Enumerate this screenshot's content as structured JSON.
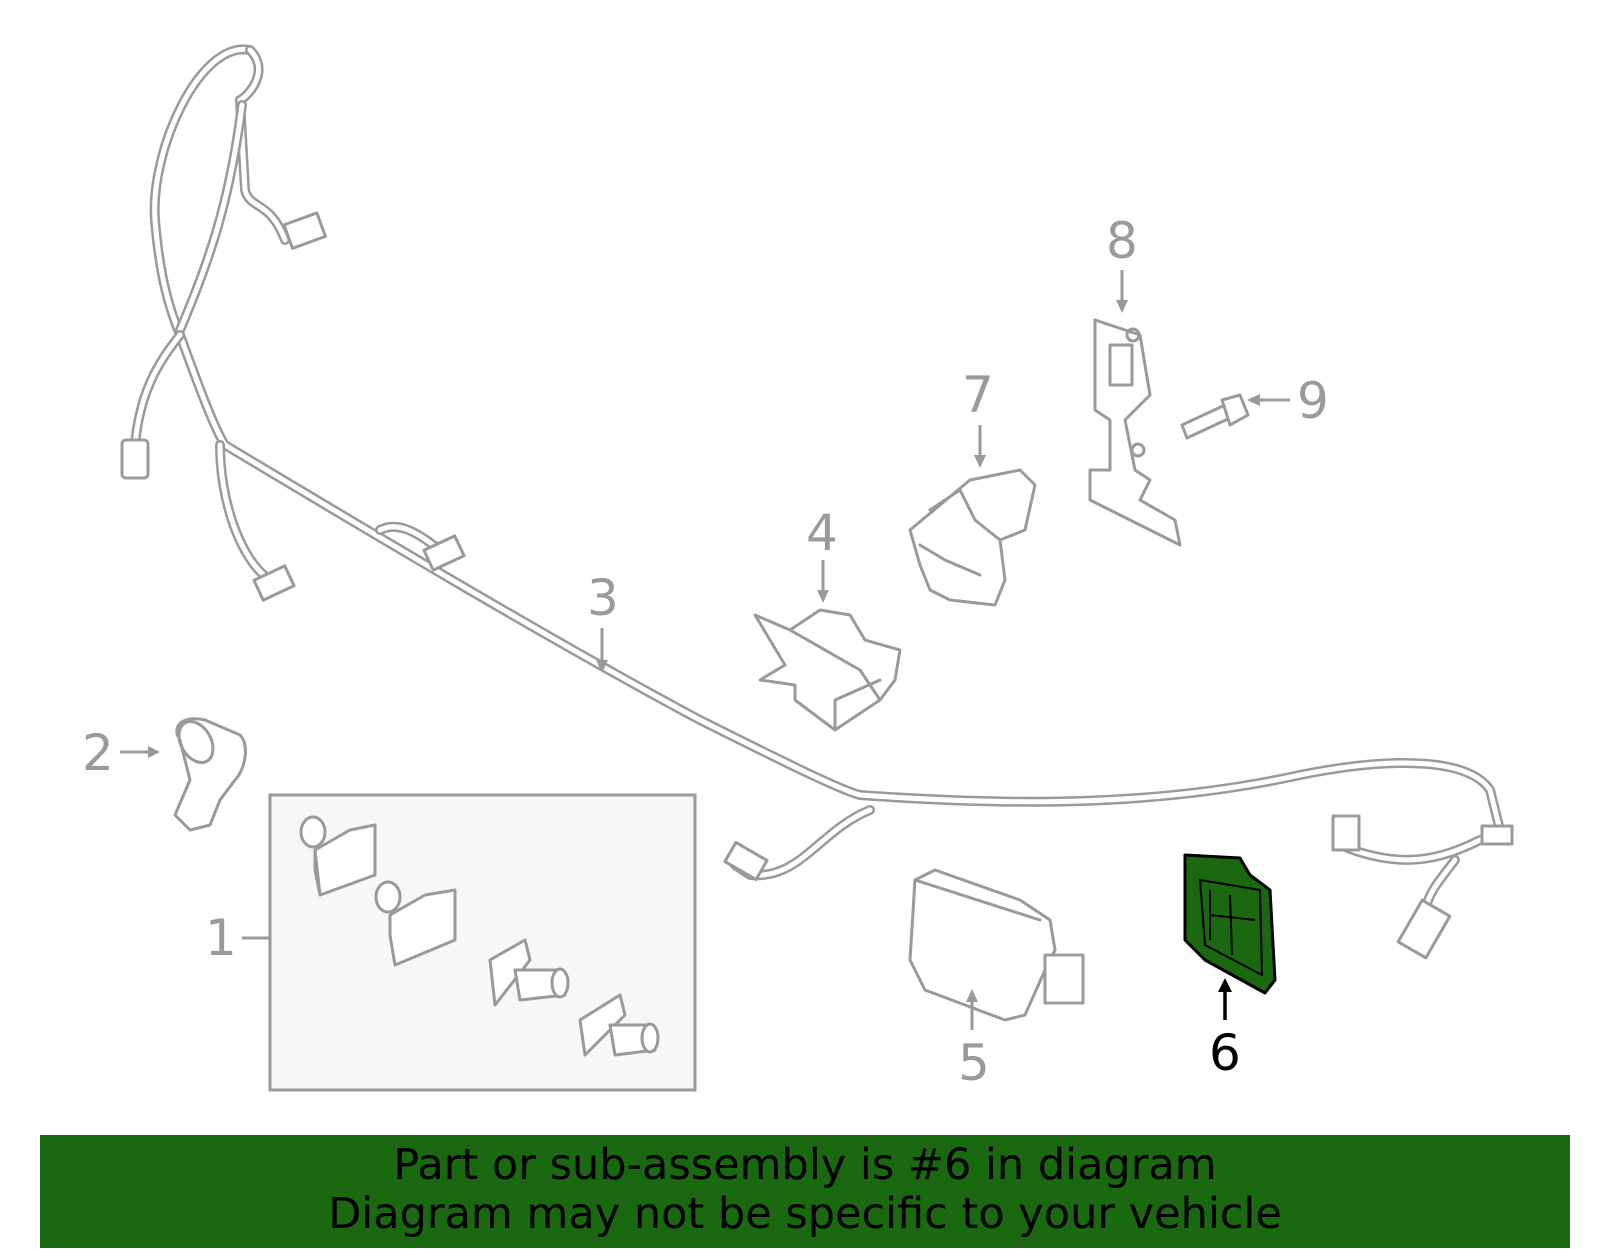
{
  "diagram": {
    "callouts": [
      "1",
      "2",
      "3",
      "4",
      "5",
      "6",
      "7",
      "8",
      "9"
    ],
    "highlighted_part": "6",
    "highlight_color": "#1a6810",
    "line_color": "#9a9a9a"
  },
  "banner": {
    "line1": "Part or sub-assembly is #6 in diagram",
    "line2": "Diagram may not be specific to your vehicle",
    "background": "#1a6810"
  }
}
